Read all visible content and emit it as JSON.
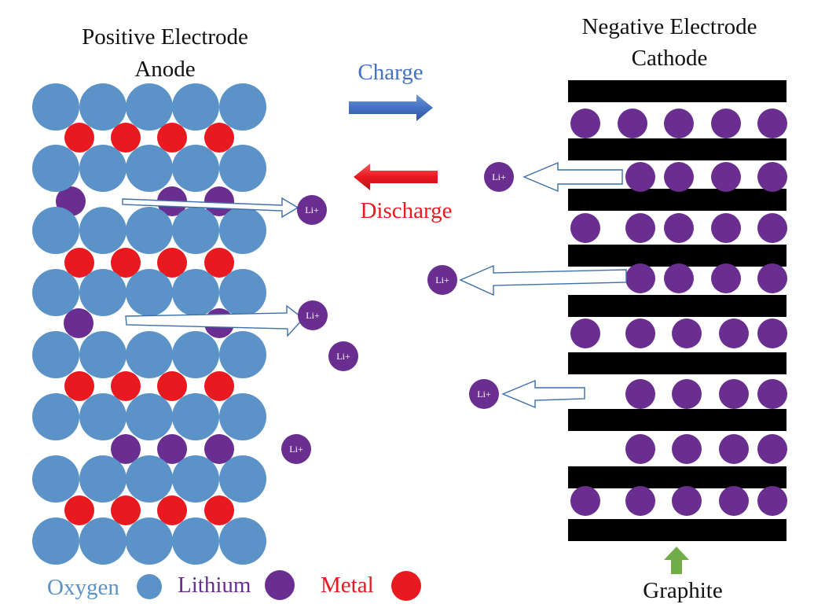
{
  "titles": {
    "left_line1": "Positive Electrode",
    "left_line2": "Anode",
    "right_line1": "Negative Electrode",
    "right_line2": "Cathode"
  },
  "process": {
    "charge_label": "Charge",
    "discharge_label": "Discharge"
  },
  "ion_label": "Li+",
  "legend": {
    "oxygen": "Oxygen",
    "lithium": "Lithium",
    "metal": "Metal"
  },
  "graphite_label": "Graphite",
  "colors": {
    "oxygen": "#5B93C8",
    "lithium": "#6A2E91",
    "metal": "#E8191F",
    "graphite": "#000000",
    "charge": "#4472C4",
    "discharge": "#E8191F",
    "graphite_arrow": "#70AD47"
  }
}
